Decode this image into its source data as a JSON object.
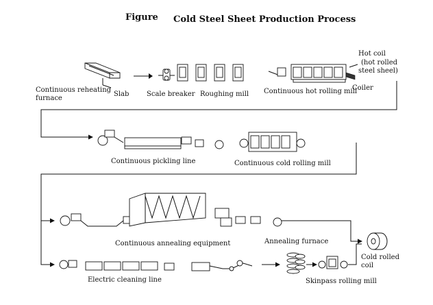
{
  "figure_label": "Figure",
  "title": "Cold Steel Sheet Production Process",
  "labels": {
    "reheating_furnace": [
      "Continuous reheating",
      "furnace"
    ],
    "slab": "Slab",
    "scale_breaker": "Scale breaker",
    "roughing_mill": "Roughing mill",
    "hot_rolling_mill": "Continuous hot rolling mill",
    "coiler": "Coiler",
    "hot_coil": [
      "Hot coil",
      "(hot rolled",
      "steel sheel)"
    ],
    "pickling_line": "Continuous pickling line",
    "cold_rolling_mill": "Continuous cold rolling mill",
    "annealing_equipment": "Continuous annealing equipment",
    "annealing_furnace": "Annealing furnace",
    "cold_rolled_coil": [
      "Cold rolled",
      "coil"
    ],
    "cleaning_line": "Electric cleaning line",
    "skinpass_mill": "Skinpass rolling mill"
  }
}
